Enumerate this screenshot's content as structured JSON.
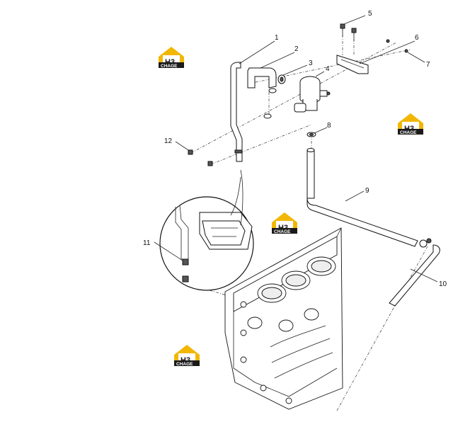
{
  "diagram": {
    "callouts": [
      {
        "id": "c1",
        "label": "1"
      },
      {
        "id": "c2",
        "label": "2"
      },
      {
        "id": "c3",
        "label": "3"
      },
      {
        "id": "c4",
        "label": "4"
      },
      {
        "id": "c5",
        "label": "5"
      },
      {
        "id": "c6",
        "label": "6"
      },
      {
        "id": "c7",
        "label": "7"
      },
      {
        "id": "c8",
        "label": "8"
      },
      {
        "id": "c9",
        "label": "9"
      },
      {
        "id": "c10",
        "label": "10"
      },
      {
        "id": "c11",
        "label": "11"
      },
      {
        "id": "c12",
        "label": "12"
      }
    ]
  },
  "watermark": {
    "top_text": "H3",
    "bottom_text": "CHAGE",
    "accent_color": "#f2b705",
    "dark_color": "#1a1a1a"
  }
}
